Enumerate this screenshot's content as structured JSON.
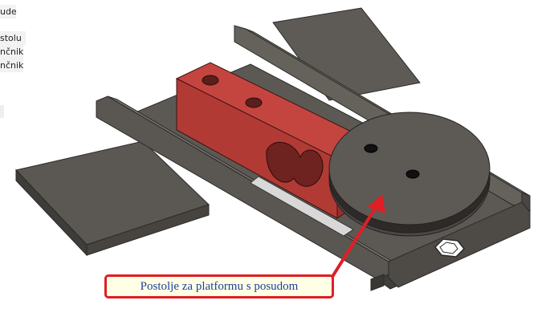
{
  "browser": {
    "items": [
      {
        "label": "ude"
      },
      {
        "label": "stolu"
      },
      {
        "label": "nčnik"
      },
      {
        "label": "nčnik"
      }
    ]
  },
  "model": {
    "base_color": "#5b5853",
    "body_color": "#b8423d",
    "callout_border_color": "#e01e24"
  },
  "callout": {
    "text": "Postolje za platformu s posudom"
  }
}
